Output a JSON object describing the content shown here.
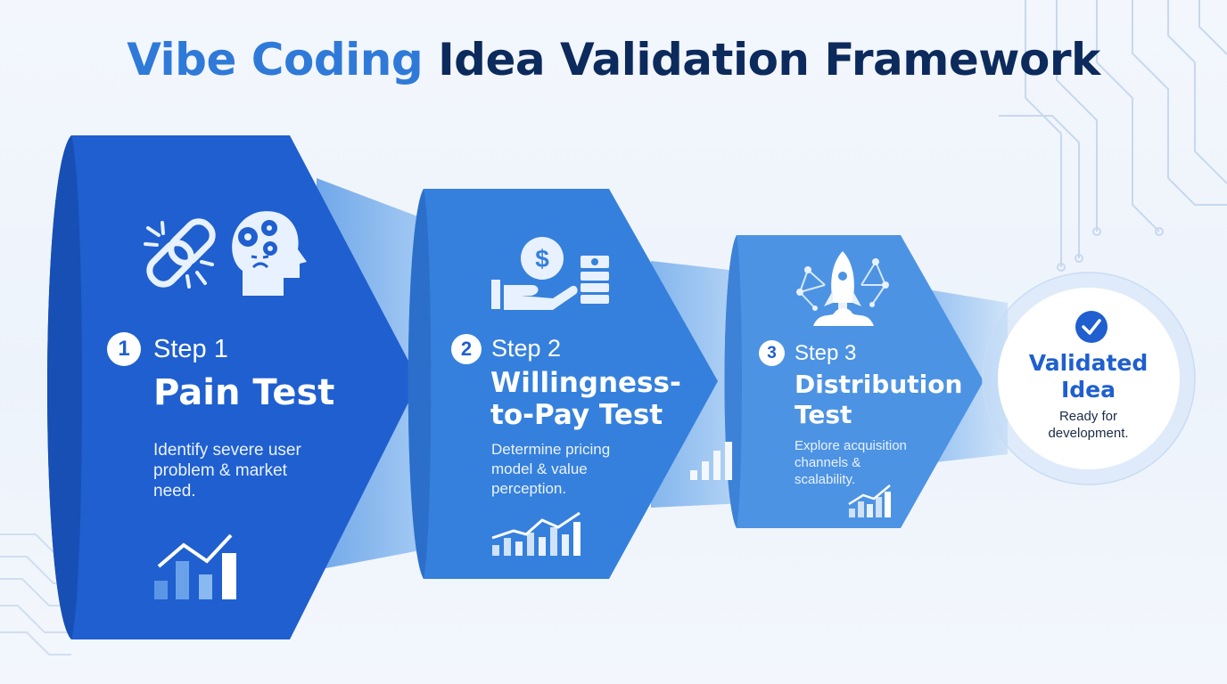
{
  "title": {
    "accent": "Vibe Coding",
    "rest": "Idea Validation Framework"
  },
  "steps": [
    {
      "num": "1",
      "label": "Step 1",
      "name_line1": "Pain Test",
      "name_line2": "",
      "desc_lines": [
        "Identify severe user",
        "problem & market",
        "need."
      ],
      "icons": [
        "broken-link-icon",
        "worried-head-gears-icon",
        "bar-chart-growth-icon"
      ]
    },
    {
      "num": "2",
      "label": "Step 2",
      "name_line1": "Willingness-",
      "name_line2": "to-Pay Test",
      "desc_lines": [
        "Determine pricing",
        "model & value",
        "perception."
      ],
      "icons": [
        "hand-dollar-coin-icon",
        "cash-stack-icon",
        "bar-chart-growth-icon"
      ]
    },
    {
      "num": "3",
      "label": "Step 3",
      "name_line1": "Distribution",
      "name_line2": "Test",
      "desc_lines": [
        "Explore acquisition",
        "channels &",
        "scalability."
      ],
      "icons": [
        "rocket-network-icon",
        "bar-chart-growth-icon"
      ]
    }
  ],
  "result": {
    "title_line1": "Validated",
    "title_line2": "Idea",
    "sub_line1": "Ready for",
    "sub_line2": "development.",
    "icon": "check-circle-icon"
  },
  "colors": {
    "navy": "#0c2a5c",
    "accent": "#2f7ad8",
    "step1": "#1f5fcf",
    "step2": "#3580dc",
    "step3": "#4d93e3"
  }
}
